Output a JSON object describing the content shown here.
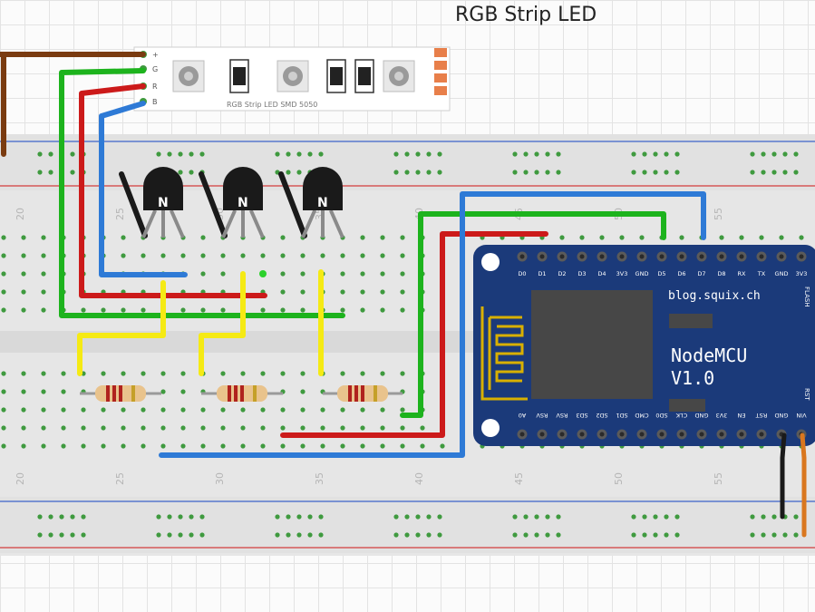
{
  "diagram": {
    "title": "RGB Strip LED",
    "strip": {
      "pin_labels": [
        "+",
        "G",
        "R",
        "B"
      ],
      "caption": "RGB Strip LED SMD 5050"
    },
    "breadboard": {
      "column_numbers": [
        "20",
        "25",
        "30",
        "35",
        "40",
        "45",
        "50",
        "55"
      ]
    },
    "transistors": [
      {
        "label": "N"
      },
      {
        "label": "N"
      },
      {
        "label": "N"
      }
    ],
    "nodemcu": {
      "name": "NodeMCU",
      "version": "V1.0",
      "website": "blog.squix.ch",
      "top_pins": [
        "D0",
        "D1",
        "D2",
        "D3",
        "D4",
        "3V3",
        "GND",
        "D5",
        "D6",
        "D7",
        "D8",
        "RX",
        "TX",
        "GND",
        "3V3"
      ],
      "bottom_pins": [
        "A0",
        "RSV",
        "RSV",
        "SD3",
        "SD2",
        "SD1",
        "CMD",
        "SD0",
        "CLK",
        "GND",
        "3V3",
        "EN",
        "RST",
        "GND",
        "VIN"
      ],
      "side_labels": [
        "FLASH",
        "RST"
      ]
    },
    "colors": {
      "wire_red": "#cc1a1a",
      "wire_green": "#1db31d",
      "wire_blue": "#2e7ad6",
      "wire_yellow": "#f5ea14",
      "wire_brown": "#7a3b10",
      "wire_black": "#1a1a1a",
      "wire_orange": "#d9771f",
      "board_blue": "#1b3a7a",
      "breadboard": "#e6e6e6",
      "hole_green": "#3f9a3f"
    }
  }
}
